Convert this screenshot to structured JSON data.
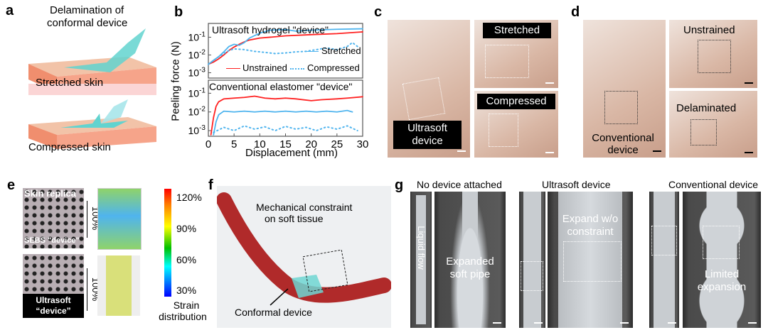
{
  "panels": {
    "a": "a",
    "b": "b",
    "c": "c",
    "d": "d",
    "e": "e",
    "f": "f",
    "g": "g"
  },
  "a": {
    "title_line1": "Delamination of",
    "title_line2": "conformal device",
    "stretched": "Stretched skin",
    "compressed": "Compressed skin"
  },
  "c": {
    "stretched": "Stretched",
    "compressed": "Compressed",
    "device_line1": "Ultrasoft",
    "device_line2": "device"
  },
  "d": {
    "unstrained": "Unstrained",
    "delaminated": "Delaminated",
    "device_line1": "Conventional",
    "device_line2": "device"
  },
  "e": {
    "skin_replica": "Skin replica",
    "sebs": "SEBS \"device\"",
    "ultrasoft_line1": "Ultrasoft",
    "ultrasoft_line2": "“device”",
    "pct_top": "100%",
    "pct_bottom": "100%",
    "colorbar_ticks": [
      "120%",
      "90%",
      "60%",
      "30%"
    ],
    "colorbar_label_line1": "Strain",
    "colorbar_label_line2": "distribution"
  },
  "f": {
    "constraint_line1": "Mechanical constraint",
    "constraint_line2": "on soft tissue",
    "conformal": "Conformal device"
  },
  "g": {
    "no_device": "No device attached",
    "ultrasoft": "Ultrasoft device",
    "conventional": "Conventional device",
    "liquid_flow": "Liquid flow",
    "expanded_line1": "Expanded",
    "expanded_line2": "soft pipe",
    "expand_line1": "Expand w/o",
    "expand_line2": "constraint",
    "limited_line1": "Limited",
    "limited_line2": "expansion"
  },
  "colors": {
    "unstrained": "#ff2020",
    "stretched": "#4fb4ee",
    "compressed": "#4fb4ee"
  },
  "chart_data": [
    {
      "type": "line",
      "title": "Ultrasoft hydrogel \"device\"",
      "xlabel": "Displacement (mm)",
      "ylabel": "Peeling force (N)",
      "xlim": [
        0,
        30
      ],
      "ylim": [
        0.0005,
        0.6
      ],
      "yscale": "log",
      "xticks": [
        "0",
        "5",
        "10",
        "15",
        "20",
        "25",
        "30"
      ],
      "yticks": [
        {
          "v": 0.001,
          "base": "10",
          "exp": "-3"
        },
        {
          "v": 0.01,
          "base": "10",
          "exp": "-2"
        },
        {
          "v": 0.1,
          "base": "10",
          "exp": "-1"
        }
      ],
      "legend": [
        "Unstrained",
        "Stretched",
        "Compressed"
      ],
      "series": [
        {
          "name": "Unstrained",
          "style": "solid",
          "color": "#ff2020",
          "x": [
            0,
            1,
            2,
            3,
            4,
            5,
            6,
            7,
            8,
            10,
            12,
            15,
            20,
            25,
            30
          ],
          "y": [
            0.003,
            0.004,
            0.006,
            0.01,
            0.018,
            0.028,
            0.04,
            0.055,
            0.07,
            0.09,
            0.1,
            0.12,
            0.14,
            0.16,
            0.2
          ]
        },
        {
          "name": "Stretched",
          "style": "solid",
          "color": "#4fb4ee",
          "x": [
            0,
            1,
            2,
            3,
            4,
            5,
            6,
            7,
            8,
            10,
            12,
            15,
            17,
            20,
            25,
            30
          ],
          "y": [
            0.003,
            0.005,
            0.008,
            0.015,
            0.03,
            0.04,
            0.035,
            0.05,
            0.09,
            0.17,
            0.25,
            0.27,
            0.22,
            0.25,
            0.28,
            0.3
          ]
        },
        {
          "name": "Compressed",
          "style": "dotted",
          "color": "#4fb4ee",
          "x": [
            0,
            2,
            4,
            5,
            7,
            9,
            11,
            13,
            15,
            17,
            19,
            21,
            23,
            25,
            27,
            28,
            29
          ],
          "y": [
            0.003,
            0.008,
            0.018,
            0.022,
            0.02,
            0.016,
            0.014,
            0.012,
            0.013,
            0.015,
            0.016,
            0.02,
            0.025,
            0.02,
            0.03,
            0.05,
            0.03
          ]
        }
      ]
    },
    {
      "type": "line",
      "title": "Conventional elastomer \"device\"",
      "xlabel": "Displacement (mm)",
      "ylabel": "Peeling force (N)",
      "xlim": [
        0,
        30
      ],
      "ylim": [
        0.0005,
        0.5
      ],
      "yscale": "log",
      "xticks": [
        "0",
        "5",
        "10",
        "15",
        "20",
        "25",
        "30"
      ],
      "yticks": [
        {
          "v": 0.001,
          "base": "10",
          "exp": "-3"
        },
        {
          "v": 0.01,
          "base": "10",
          "exp": "-2"
        },
        {
          "v": 0.1,
          "base": "10",
          "exp": "-1"
        }
      ],
      "series": [
        {
          "name": "Unstrained",
          "style": "solid",
          "color": "#ff2020",
          "x": [
            0.5,
            1,
            1.5,
            2,
            3,
            5,
            7,
            9,
            11,
            13,
            15,
            17,
            20,
            22,
            25,
            27,
            30
          ],
          "y": [
            0.0006,
            0.005,
            0.02,
            0.035,
            0.05,
            0.055,
            0.06,
            0.07,
            0.055,
            0.05,
            0.055,
            0.05,
            0.04,
            0.045,
            0.05,
            0.055,
            0.065
          ]
        },
        {
          "name": "Stretched",
          "style": "solid",
          "color": "#4fb4ee",
          "x": [
            1,
            1.5,
            2,
            3,
            5,
            7,
            9,
            11,
            13,
            15,
            17,
            19,
            21,
            23,
            25,
            27,
            28
          ],
          "y": [
            0.0006,
            0.003,
            0.007,
            0.011,
            0.01,
            0.011,
            0.01,
            0.011,
            0.01,
            0.011,
            0.01,
            0.011,
            0.01,
            0.011,
            0.01,
            0.012,
            0.01
          ]
        },
        {
          "name": "Compressed",
          "style": "dotted",
          "color": "#4fb4ee",
          "x": [
            1,
            3,
            5,
            7,
            9,
            11,
            13,
            15,
            17,
            19,
            21,
            23,
            25,
            27,
            29
          ],
          "y": [
            0.0008,
            0.0015,
            0.001,
            0.0018,
            0.0012,
            0.0016,
            0.001,
            0.0017,
            0.0012,
            0.0015,
            0.001,
            0.0016,
            0.0012,
            0.0018,
            0.001
          ]
        }
      ]
    }
  ]
}
